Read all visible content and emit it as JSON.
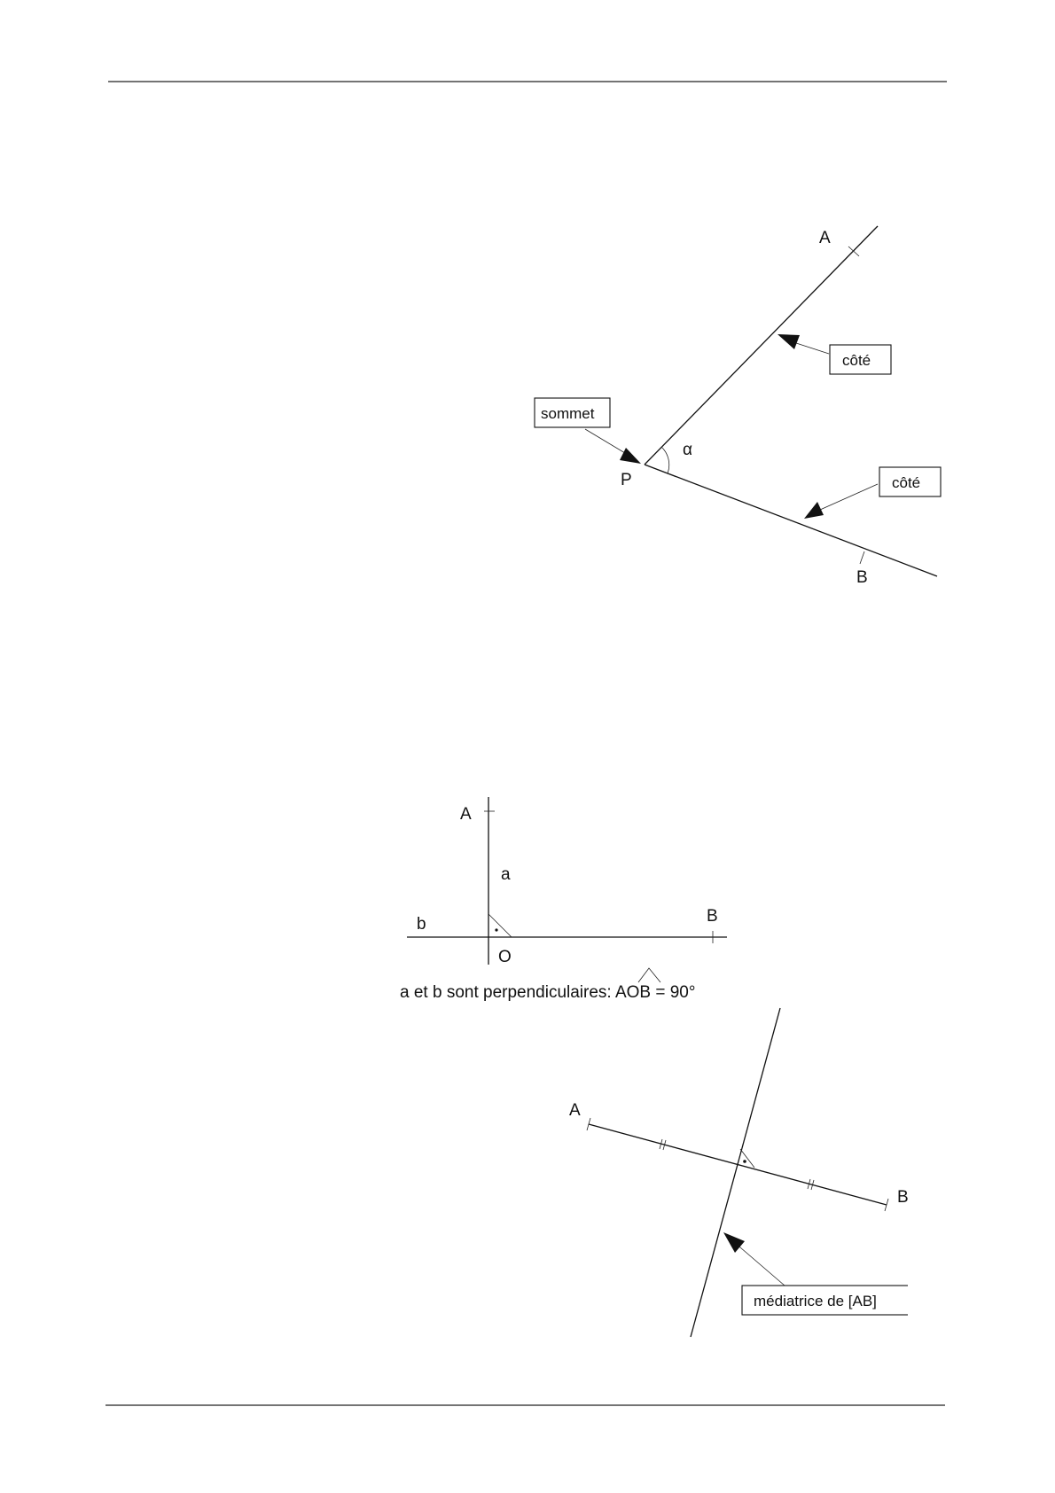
{
  "figure1": {
    "point_a": "A",
    "point_b": "B",
    "vertex": "P",
    "angle": "α",
    "callout_vertex": "sommet",
    "callout_side_1": "côté",
    "callout_side_2": "côté"
  },
  "figure2": {
    "point_a": "A",
    "point_b": "B",
    "origin": "O",
    "line_a": "a",
    "line_b": "b",
    "caption_prefix": "a et b sont perpendiculaires: ",
    "caption_angle": "AOB",
    "caption_suffix": " = 90°"
  },
  "figure3": {
    "point_a": "A",
    "point_b": "B",
    "callout": "médiatrice de [AB]"
  }
}
